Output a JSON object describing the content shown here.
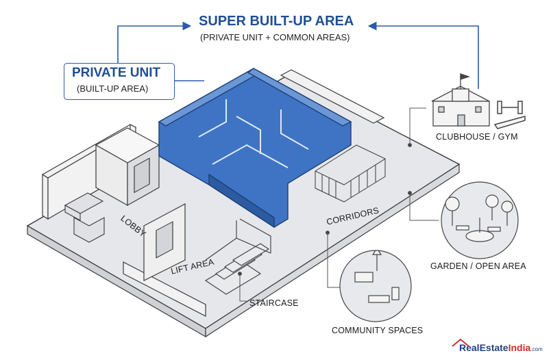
{
  "header": {
    "title": "SUPER BUILT-UP AREA",
    "subtitle": "(PRIVATE UNIT + COMMON AREAS)"
  },
  "private_unit": {
    "title": "PRIVATE UNIT",
    "subtitle": "(BUILT-UP AREA)"
  },
  "areas": {
    "lobby": "LOBBY",
    "lift_area": "LIFT AREA",
    "staircase": "STAIRCASE",
    "corridors": "CORRIDORS"
  },
  "amenities": {
    "clubhouse": "CLUBHOUSE / GYM",
    "garden": "GARDEN / OPEN AREA",
    "community": "COMMUNITY SPACES"
  },
  "brand": {
    "name_part1": "RealEstate",
    "name_part2": "India",
    "domain": ".com"
  },
  "colors": {
    "accent_blue": "#2f65b5",
    "title_blue": "#1f4e96",
    "floor_gray": "#e6e7ea",
    "wall_gray": "#f2f2f2",
    "outline": "#3a3a3a"
  },
  "icons": [
    "house-roof-logo-icon",
    "clubhouse-building-icon",
    "dumbbell-icon",
    "garden-fountain-icon",
    "lounge-furniture-icon"
  ]
}
